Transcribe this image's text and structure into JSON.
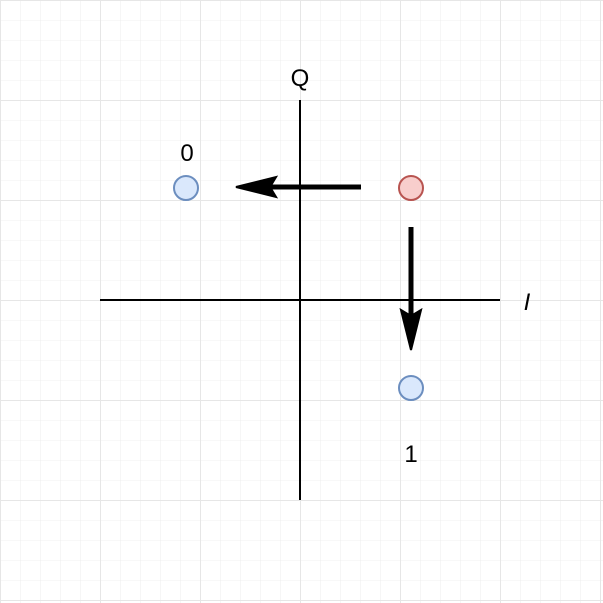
{
  "diagram": {
    "axes": {
      "horizontal_label": "I",
      "vertical_label": "Q"
    },
    "points": [
      {
        "id": "symbol-0",
        "label": "0",
        "role": "target",
        "fill": "#dae8fc",
        "stroke": "#6c8ebf"
      },
      {
        "id": "origin",
        "label": "",
        "role": "source",
        "fill": "#f8cecc",
        "stroke": "#b85450"
      },
      {
        "id": "symbol-1",
        "label": "1",
        "role": "target",
        "fill": "#dae8fc",
        "stroke": "#6c8ebf"
      }
    ],
    "arrows": [
      {
        "from": "origin",
        "to": "symbol-0",
        "direction": "left"
      },
      {
        "from": "origin",
        "to": "symbol-1",
        "direction": "down"
      }
    ],
    "colors": {
      "grid": "#e6e6e6",
      "axis": "#000000",
      "arrow": "#000000",
      "background": "#ffffff"
    }
  }
}
